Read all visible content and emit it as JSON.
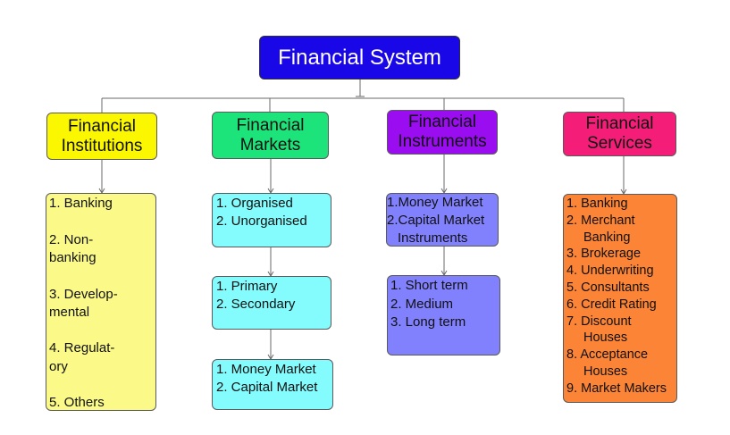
{
  "root": {
    "label": "Financial System",
    "color": "#1a07e8"
  },
  "categories": [
    {
      "title": [
        "Financial",
        "Institutions"
      ],
      "header_color": "#fbf700",
      "lists": [
        {
          "color": "#fbfa88",
          "items": [
            "1. Banking",
            "2. Non-",
            "banking",
            "3. Develop-",
            "mental",
            "4. Regulat-",
            "ory",
            "5. Others"
          ]
        }
      ]
    },
    {
      "title": [
        "Financial",
        "Markets"
      ],
      "header_color": "#1ce47b",
      "lists": [
        {
          "color": "#84fbfd",
          "items": [
            "1. Organised",
            "2. Unorganised"
          ]
        },
        {
          "color": "#84fbfd",
          "items": [
            "1. Primary",
            "2. Secondary"
          ]
        },
        {
          "color": "#84fbfd",
          "items": [
            "1. Money Market",
            "2. Capital Market"
          ]
        }
      ]
    },
    {
      "title": [
        "Financial",
        "Instruments"
      ],
      "header_color": "#9a0df0",
      "lists": [
        {
          "color": "#8281fd",
          "items": [
            "1.Money Market",
            "2.Capital Market",
            "Instruments"
          ]
        },
        {
          "color": "#8281fd",
          "items": [
            "1. Short term",
            "2. Medium",
            "3. Long term"
          ]
        }
      ]
    },
    {
      "title": [
        "Financial",
        "Services"
      ],
      "header_color": "#f41e78",
      "lists": [
        {
          "color": "#fb8436",
          "items": [
            "1. Banking",
            "2. Merchant",
            "Banking",
            "3. Brokerage",
            "4. Underwriting",
            "5. Consultants",
            "6. Credit Rating",
            "7. Discount",
            "Houses",
            "8. Acceptance",
            "Houses",
            "9. Market Makers"
          ]
        }
      ]
    }
  ]
}
